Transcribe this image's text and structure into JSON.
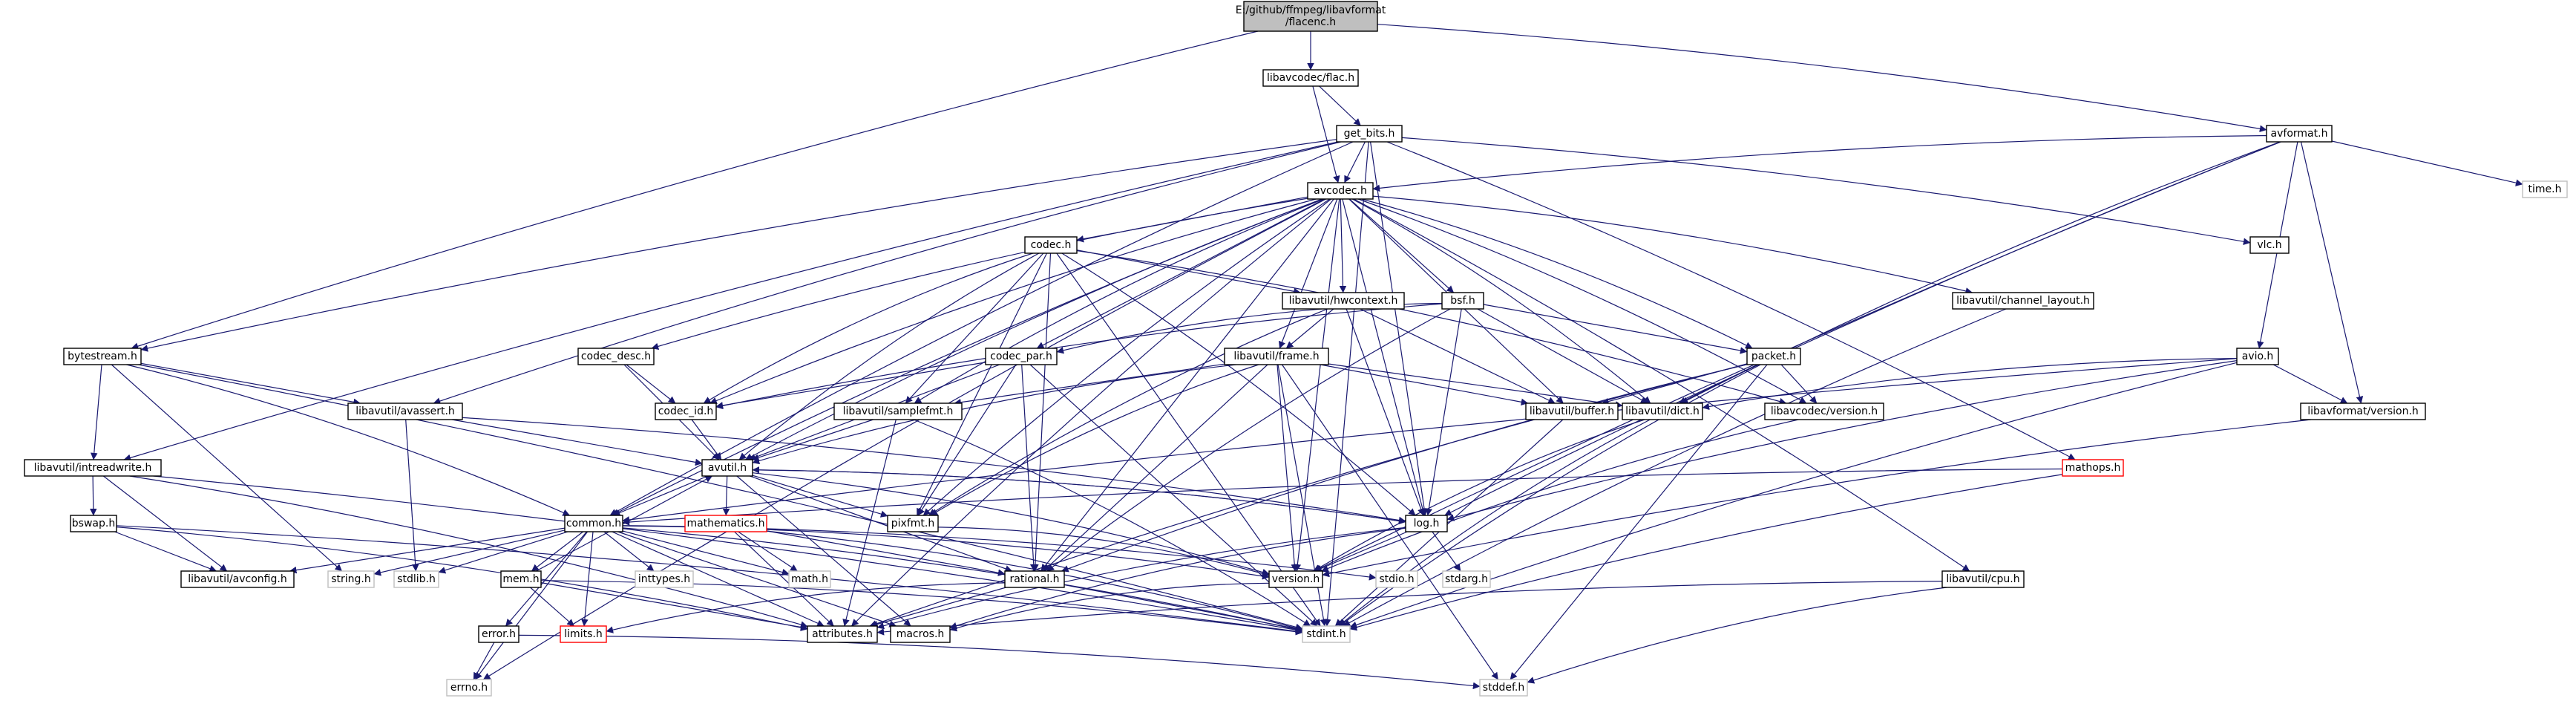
{
  "colors": {
    "edge": "#191970",
    "root_fill": "#bfbfbf",
    "node_border": "#000000",
    "external_border": "#bfbfbf",
    "missing_border": "#ff0000"
  },
  "nodes": [
    {
      "id": "root",
      "kind": "root",
      "label": [
        "E:/github/ffmpeg/libavformat",
        "/flacenc.h"
      ]
    },
    {
      "id": "flac_h",
      "kind": "normal",
      "label": [
        "libavcodec/flac.h"
      ]
    },
    {
      "id": "avformat_h",
      "kind": "normal",
      "label": [
        "avformat.h"
      ]
    },
    {
      "id": "get_bits_h",
      "kind": "normal",
      "label": [
        "get_bits.h"
      ]
    },
    {
      "id": "avcodec_h",
      "kind": "normal",
      "label": [
        "avcodec.h"
      ]
    },
    {
      "id": "time_h",
      "kind": "ext",
      "label": [
        "time.h"
      ]
    },
    {
      "id": "vlc_h",
      "kind": "normal",
      "label": [
        "vlc.h"
      ]
    },
    {
      "id": "codec_h",
      "kind": "normal",
      "label": [
        "codec.h"
      ]
    },
    {
      "id": "hwcontext_h",
      "kind": "normal",
      "label": [
        "libavutil/hwcontext.h"
      ]
    },
    {
      "id": "bsf_h",
      "kind": "normal",
      "label": [
        "bsf.h"
      ]
    },
    {
      "id": "channel_layout_h",
      "kind": "normal",
      "label": [
        "libavutil/channel_layout.h"
      ]
    },
    {
      "id": "bytestream_h",
      "kind": "normal",
      "label": [
        "bytestream.h"
      ]
    },
    {
      "id": "codec_desc_h",
      "kind": "normal",
      "label": [
        "codec_desc.h"
      ]
    },
    {
      "id": "codec_par_h",
      "kind": "normal",
      "label": [
        "codec_par.h"
      ]
    },
    {
      "id": "frame_h",
      "kind": "normal",
      "label": [
        "libavutil/frame.h"
      ]
    },
    {
      "id": "packet_h",
      "kind": "normal",
      "label": [
        "packet.h"
      ]
    },
    {
      "id": "avio_h",
      "kind": "normal",
      "label": [
        "avio.h"
      ]
    },
    {
      "id": "avassert_h",
      "kind": "normal",
      "label": [
        "libavutil/avassert.h"
      ]
    },
    {
      "id": "codec_id_h",
      "kind": "normal",
      "label": [
        "codec_id.h"
      ]
    },
    {
      "id": "samplefmt_h",
      "kind": "normal",
      "label": [
        "libavutil/samplefmt.h"
      ]
    },
    {
      "id": "buffer_h",
      "kind": "normal",
      "label": [
        "libavutil/buffer.h"
      ]
    },
    {
      "id": "dict_h",
      "kind": "normal",
      "label": [
        "libavutil/dict.h"
      ]
    },
    {
      "id": "lavc_version_h",
      "kind": "normal",
      "label": [
        "libavcodec/version.h"
      ]
    },
    {
      "id": "lavf_version_h",
      "kind": "normal",
      "label": [
        "libavformat/version.h"
      ]
    },
    {
      "id": "intreadwrite_h",
      "kind": "normal",
      "label": [
        "libavutil/intreadwrite.h"
      ]
    },
    {
      "id": "avutil_h",
      "kind": "normal",
      "label": [
        "avutil.h"
      ]
    },
    {
      "id": "mathops_h",
      "kind": "red",
      "label": [
        "mathops.h"
      ]
    },
    {
      "id": "bswap_h",
      "kind": "normal",
      "label": [
        "bswap.h"
      ]
    },
    {
      "id": "common_h",
      "kind": "normal",
      "label": [
        "common.h"
      ]
    },
    {
      "id": "mathematics_h",
      "kind": "red",
      "label": [
        "mathematics.h"
      ]
    },
    {
      "id": "pixfmt_h",
      "kind": "normal",
      "label": [
        "pixfmt.h"
      ]
    },
    {
      "id": "log_h",
      "kind": "normal",
      "label": [
        "log.h"
      ]
    },
    {
      "id": "avconfig_h",
      "kind": "normal",
      "label": [
        "libavutil/avconfig.h"
      ]
    },
    {
      "id": "string_h",
      "kind": "ext",
      "label": [
        "string.h"
      ]
    },
    {
      "id": "stdlib_h",
      "kind": "ext",
      "label": [
        "stdlib.h"
      ]
    },
    {
      "id": "inttypes_h",
      "kind": "ext",
      "label": [
        "inttypes.h"
      ]
    },
    {
      "id": "math_h",
      "kind": "ext",
      "label": [
        "math.h"
      ]
    },
    {
      "id": "rational_h",
      "kind": "normal",
      "label": [
        "rational.h"
      ]
    },
    {
      "id": "version_h",
      "kind": "normal",
      "label": [
        "version.h"
      ]
    },
    {
      "id": "stdio_h",
      "kind": "ext",
      "label": [
        "stdio.h"
      ]
    },
    {
      "id": "stdarg_h",
      "kind": "ext",
      "label": [
        "stdarg.h"
      ]
    },
    {
      "id": "cpu_h",
      "kind": "normal",
      "label": [
        "libavutil/cpu.h"
      ]
    },
    {
      "id": "mem_h",
      "kind": "normal",
      "label": [
        "mem.h"
      ]
    },
    {
      "id": "limits_h",
      "kind": "red",
      "label": [
        "limits.h"
      ]
    },
    {
      "id": "attributes_h",
      "kind": "normal",
      "label": [
        "attributes.h"
      ]
    },
    {
      "id": "macros_h",
      "kind": "normal",
      "label": [
        "macros.h"
      ]
    },
    {
      "id": "stdint_h",
      "kind": "ext",
      "label": [
        "stdint.h"
      ]
    },
    {
      "id": "error_h",
      "kind": "normal",
      "label": [
        "error.h"
      ]
    },
    {
      "id": "errno_h",
      "kind": "ext",
      "label": [
        "errno.h"
      ]
    },
    {
      "id": "stddef_h",
      "kind": "ext",
      "label": [
        "stddef.h"
      ]
    }
  ],
  "edges": [
    [
      "root",
      "flac_h"
    ],
    [
      "root",
      "avformat_h"
    ],
    [
      "root",
      "bytestream_h"
    ],
    [
      "flac_h",
      "get_bits_h"
    ],
    [
      "flac_h",
      "avcodec_h"
    ],
    [
      "get_bits_h",
      "avcodec_h"
    ],
    [
      "get_bits_h",
      "bytestream_h"
    ],
    [
      "get_bits_h",
      "intreadwrite_h"
    ],
    [
      "get_bits_h",
      "avassert_h"
    ],
    [
      "get_bits_h",
      "vlc_h"
    ],
    [
      "get_bits_h",
      "common_h"
    ],
    [
      "get_bits_h",
      "mathops_h"
    ],
    [
      "get_bits_h",
      "log_h"
    ],
    [
      "get_bits_h",
      "stdint_h"
    ],
    [
      "avformat_h",
      "avcodec_h"
    ],
    [
      "avformat_h",
      "time_h"
    ],
    [
      "avformat_h",
      "avio_h"
    ],
    [
      "avformat_h",
      "lavf_version_h"
    ],
    [
      "avformat_h",
      "dict_h"
    ],
    [
      "avformat_h",
      "log_h"
    ],
    [
      "avformat_h",
      "version_h"
    ],
    [
      "avcodec_h",
      "codec_h"
    ],
    [
      "avcodec_h",
      "hwcontext_h"
    ],
    [
      "avcodec_h",
      "bsf_h"
    ],
    [
      "avcodec_h",
      "channel_layout_h"
    ],
    [
      "avcodec_h",
      "codec_desc_h"
    ],
    [
      "avcodec_h",
      "codec_par_h"
    ],
    [
      "avcodec_h",
      "frame_h"
    ],
    [
      "avcodec_h",
      "packet_h"
    ],
    [
      "avcodec_h",
      "samplefmt_h"
    ],
    [
      "avcodec_h",
      "codec_id_h"
    ],
    [
      "avcodec_h",
      "buffer_h"
    ],
    [
      "avcodec_h",
      "dict_h"
    ],
    [
      "avcodec_h",
      "lavc_version_h"
    ],
    [
      "avcodec_h",
      "avutil_h"
    ],
    [
      "avcodec_h",
      "log_h"
    ],
    [
      "avcodec_h",
      "pixfmt_h"
    ],
    [
      "avcodec_h",
      "rational_h"
    ],
    [
      "avcodec_h",
      "attributes_h"
    ],
    [
      "avcodec_h",
      "errno_h"
    ],
    [
      "avcodec_h",
      "cpu_h"
    ],
    [
      "avcodec_h",
      "version_h"
    ],
    [
      "avcodec_h",
      "common_h"
    ],
    [
      "codec_h",
      "hwcontext_h"
    ],
    [
      "codec_h",
      "codec_id_h"
    ],
    [
      "codec_h",
      "samplefmt_h"
    ],
    [
      "codec_h",
      "avutil_h"
    ],
    [
      "codec_h",
      "log_h"
    ],
    [
      "codec_h",
      "pixfmt_h"
    ],
    [
      "codec_h",
      "rational_h"
    ],
    [
      "codec_h",
      "lavc_version_h"
    ],
    [
      "codec_h",
      "stdint_h"
    ],
    [
      "hwcontext_h",
      "frame_h"
    ],
    [
      "hwcontext_h",
      "buffer_h"
    ],
    [
      "hwcontext_h",
      "pixfmt_h"
    ],
    [
      "hwcontext_h",
      "log_h"
    ],
    [
      "bsf_h",
      "codec_par_h"
    ],
    [
      "bsf_h",
      "packet_h"
    ],
    [
      "bsf_h",
      "codec_id_h"
    ],
    [
      "bsf_h",
      "dict_h"
    ],
    [
      "bsf_h",
      "log_h"
    ],
    [
      "bsf_h",
      "rational_h"
    ],
    [
      "channel_layout_h",
      "stdint_h"
    ],
    [
      "codec_desc_h",
      "codec_id_h"
    ],
    [
      "codec_desc_h",
      "avutil_h"
    ],
    [
      "codec_par_h",
      "codec_id_h"
    ],
    [
      "codec_par_h",
      "avutil_h"
    ],
    [
      "codec_par_h",
      "pixfmt_h"
    ],
    [
      "codec_par_h",
      "rational_h"
    ],
    [
      "codec_par_h",
      "stdint_h"
    ],
    [
      "frame_h",
      "samplefmt_h"
    ],
    [
      "frame_h",
      "avutil_h"
    ],
    [
      "frame_h",
      "buffer_h"
    ],
    [
      "frame_h",
      "dict_h"
    ],
    [
      "frame_h",
      "pixfmt_h"
    ],
    [
      "frame_h",
      "rational_h"
    ],
    [
      "frame_h",
      "version_h"
    ],
    [
      "frame_h",
      "stddef_h"
    ],
    [
      "frame_h",
      "stdint_h"
    ],
    [
      "packet_h",
      "buffer_h"
    ],
    [
      "packet_h",
      "dict_h"
    ],
    [
      "packet_h",
      "lavc_version_h"
    ],
    [
      "packet_h",
      "rational_h"
    ],
    [
      "packet_h",
      "attributes_h"
    ],
    [
      "packet_h",
      "stddef_h"
    ],
    [
      "packet_h",
      "stdint_h"
    ],
    [
      "avio_h",
      "dict_h"
    ],
    [
      "avio_h",
      "log_h"
    ],
    [
      "avio_h",
      "lavf_version_h"
    ],
    [
      "avio_h",
      "common_h"
    ],
    [
      "avio_h",
      "stdint_h"
    ],
    [
      "lavf_version_h",
      "version_h"
    ],
    [
      "bytestream_h",
      "intreadwrite_h"
    ],
    [
      "bytestream_h",
      "avassert_h"
    ],
    [
      "bytestream_h",
      "common_h"
    ],
    [
      "bytestream_h",
      "string_h"
    ],
    [
      "bytestream_h",
      "stdint_h"
    ],
    [
      "avassert_h",
      "avutil_h"
    ],
    [
      "avassert_h",
      "log_h"
    ],
    [
      "avassert_h",
      "stdlib_h"
    ],
    [
      "codec_id_h",
      "avutil_h"
    ],
    [
      "samplefmt_h",
      "avutil_h"
    ],
    [
      "samplefmt_h",
      "attributes_h"
    ],
    [
      "samplefmt_h",
      "stdint_h"
    ],
    [
      "buffer_h",
      "stdint_h"
    ],
    [
      "dict_h",
      "stdint_h"
    ],
    [
      "dict_h",
      "version_h"
    ],
    [
      "lavc_version_h",
      "version_h"
    ],
    [
      "intreadwrite_h",
      "bswap_h"
    ],
    [
      "intreadwrite_h",
      "avconfig_h"
    ],
    [
      "intreadwrite_h",
      "attributes_h"
    ],
    [
      "intreadwrite_h",
      "stdint_h"
    ],
    [
      "avutil_h",
      "common_h"
    ],
    [
      "avutil_h",
      "mathematics_h"
    ],
    [
      "avutil_h",
      "pixfmt_h"
    ],
    [
      "avutil_h",
      "log_h"
    ],
    [
      "avutil_h",
      "rational_h"
    ],
    [
      "avutil_h",
      "version_h"
    ],
    [
      "avutil_h",
      "macros_h"
    ],
    [
      "mathops_h",
      "common_h"
    ],
    [
      "mathops_h",
      "stdint_h"
    ],
    [
      "bswap_h",
      "avconfig_h"
    ],
    [
      "bswap_h",
      "attributes_h"
    ],
    [
      "bswap_h",
      "stdint_h"
    ],
    [
      "common_h",
      "avconfig_h"
    ],
    [
      "common_h",
      "string_h"
    ],
    [
      "common_h",
      "stdlib_h"
    ],
    [
      "common_h",
      "inttypes_h"
    ],
    [
      "common_h",
      "math_h"
    ],
    [
      "common_h",
      "mem_h"
    ],
    [
      "common_h",
      "limits_h"
    ],
    [
      "common_h",
      "attributes_h"
    ],
    [
      "common_h",
      "macros_h"
    ],
    [
      "common_h",
      "error_h"
    ],
    [
      "common_h",
      "errno_h"
    ],
    [
      "common_h",
      "stdint_h"
    ],
    [
      "common_h",
      "stdio_h"
    ],
    [
      "common_h",
      "version_h"
    ],
    [
      "mathematics_h",
      "math_h"
    ],
    [
      "mathematics_h",
      "rational_h"
    ],
    [
      "mathematics_h",
      "attributes_h"
    ],
    [
      "mathematics_h",
      "stdint_h"
    ],
    [
      "pixfmt_h",
      "version_h"
    ],
    [
      "log_h",
      "avutil_h"
    ],
    [
      "log_h",
      "stdarg_h"
    ],
    [
      "log_h",
      "attributes_h"
    ],
    [
      "log_h",
      "version_h"
    ],
    [
      "log_h",
      "macros_h"
    ],
    [
      "rational_h",
      "attributes_h"
    ],
    [
      "rational_h",
      "limits_h"
    ],
    [
      "rational_h",
      "stdint_h"
    ],
    [
      "version_h",
      "macros_h"
    ],
    [
      "cpu_h",
      "attributes_h"
    ],
    [
      "cpu_h",
      "stddef_h"
    ],
    [
      "mem_h",
      "attributes_h"
    ],
    [
      "mem_h",
      "limits_h"
    ],
    [
      "mem_h",
      "avutil_h"
    ],
    [
      "mem_h",
      "stdint_h"
    ],
    [
      "error_h",
      "errno_h"
    ],
    [
      "error_h",
      "stddef_h"
    ]
  ]
}
